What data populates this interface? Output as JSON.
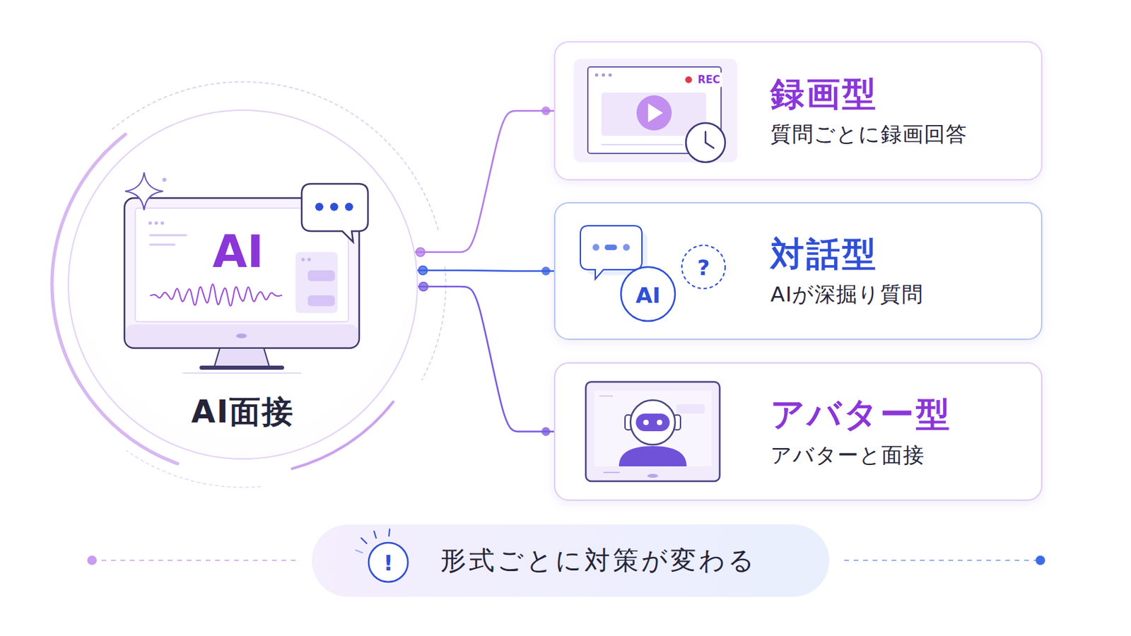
{
  "diagram": {
    "nodes": [
      {
        "text": [
          "AI面接"
        ]
      },
      {
        "text": [
          "録画型",
          "質問ごとに録画回答"
        ]
      },
      {
        "text": [
          "対話型",
          "AIが深掘り質問"
        ]
      },
      {
        "text": [
          "アバター型",
          "アバターと面接"
        ]
      },
      {
        "text": [
          "形式ごとに対策が変わる"
        ]
      }
    ],
    "edges": [
      {
        "from": 0,
        "to": 1,
        "arrow": "none"
      },
      {
        "from": 0,
        "to": 2,
        "arrow": "none"
      },
      {
        "from": 0,
        "to": 3,
        "arrow": "none"
      }
    ],
    "labels": [
      "REC",
      "AI",
      "?",
      "AI",
      "!"
    ]
  }
}
